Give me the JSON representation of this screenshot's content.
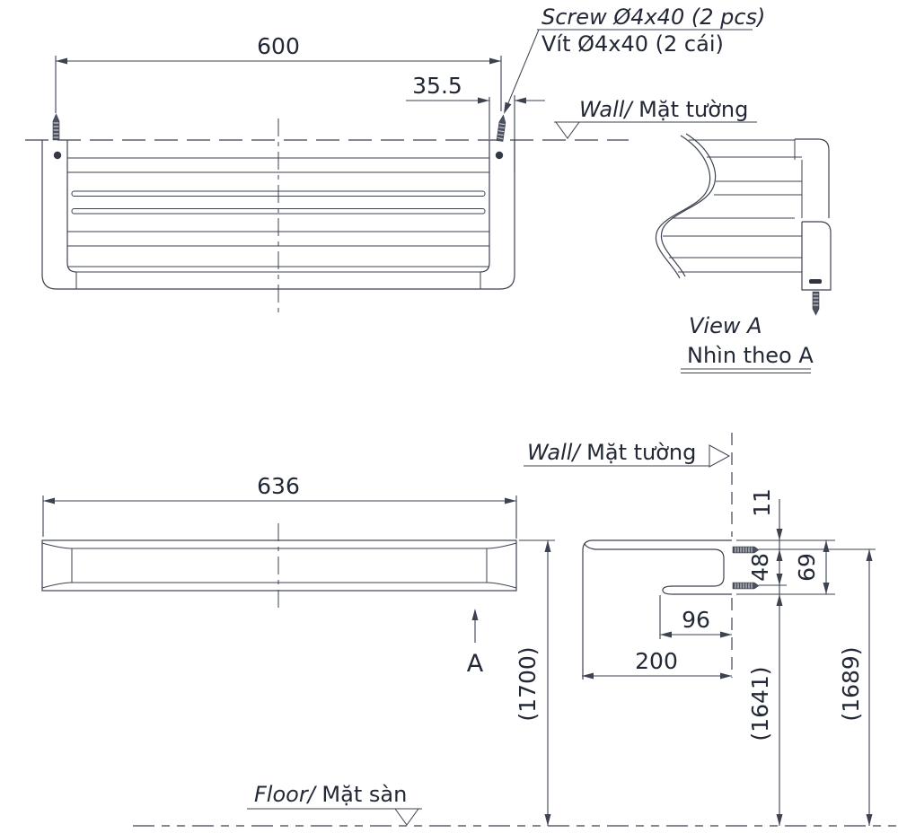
{
  "labels": {
    "screw_note_line1": "Screw Ø4x40 (2 pcs)",
    "screw_note_line2": "Vít Ø4x40 (2 cái)",
    "wall_prefix": "Wall/",
    "wall_suffix": " Mặt tường",
    "floor_prefix": "Floor/",
    "floor_suffix": " Mặt sàn",
    "view_a_title": "View A",
    "view_a_subtitle": "Nhìn theo A",
    "section_arrow": "A"
  },
  "dimensions": {
    "mounting_pitch": "600",
    "screw_edge_offset": "35.5",
    "overall_width": "636",
    "top_to_first_screw": "11",
    "screw_vertical_pitch": "48",
    "bracket_height": "69",
    "lower_arm_depth": "96",
    "overall_depth": "200",
    "install_height_top": "(1700)",
    "install_height_lower_screw": "(1641)",
    "install_height_upper_screw": "(1689)"
  },
  "colors": {
    "line": "#3c4250",
    "text": "#222835",
    "screw": "#4b515e"
  }
}
